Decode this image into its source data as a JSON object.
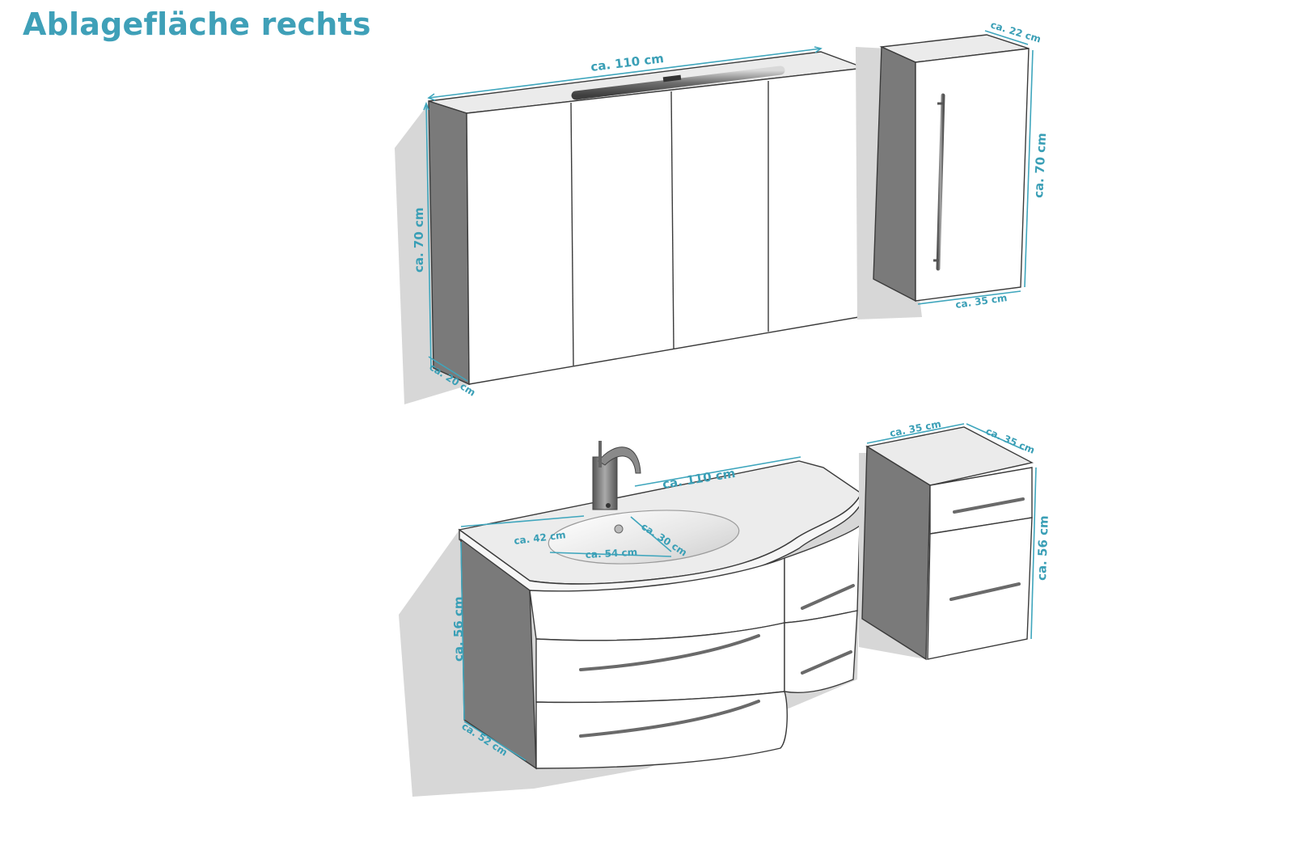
{
  "title": "Ablagefläche rechts",
  "colors": {
    "accent": "#3fa0b8",
    "dimension_line": "#3fa6bd",
    "cabinet_side": "#7a7a7a",
    "cabinet_front": "#ffffff",
    "shadow": "#d6d6d6",
    "outline": "#3b3b3b"
  },
  "units": {
    "mirror_cabinet": {
      "name": "",
      "width": "ca. 110 cm",
      "height": "ca. 70 cm",
      "depth": "ca. 20 cm"
    },
    "tall_cabinet_top": {
      "name": "",
      "depth": "ca. 22 cm",
      "width": "ca. 35 cm",
      "height": "ca. 70 cm"
    },
    "vanity": {
      "name": "",
      "width": "ca. 110 cm",
      "left_width": "ca. 42 cm",
      "basin_width": "ca. 54 cm",
      "basin_depth": "ca. 30 cm",
      "height": "ca. 56 cm",
      "depth": "ca. 52 cm"
    },
    "side_cabinet": {
      "name": "",
      "width": "ca. 35 cm",
      "depth": "ca. 35 cm",
      "height": "ca. 56 cm"
    }
  }
}
